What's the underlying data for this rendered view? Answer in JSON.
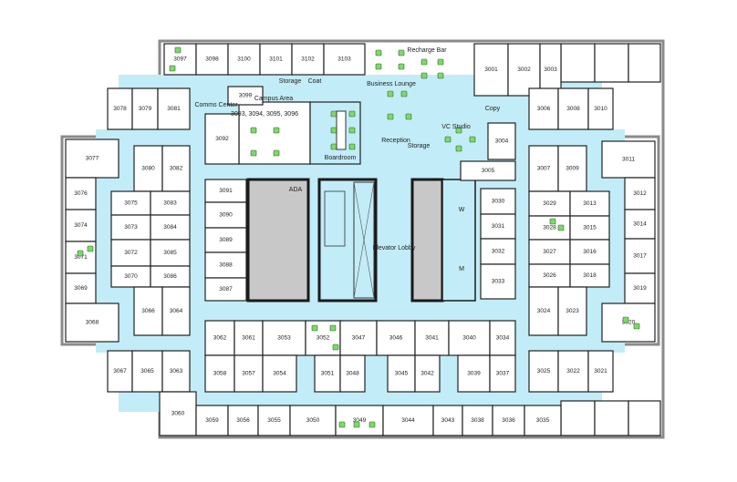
{
  "colors": {
    "corridor": "#c2ecf7",
    "core": "#c8c8c8",
    "wall": "#1a1a1a",
    "furniture": "#7fd86a",
    "outline": "#8a8a8a"
  },
  "rooms": [
    "3097",
    "3098",
    "3100",
    "3101",
    "3102",
    "3103",
    "3001",
    "3002",
    "3003",
    "3078",
    "3079",
    "3081",
    "3077",
    "3076",
    "3074",
    "3071",
    "3069",
    "3068",
    "3080",
    "3082",
    "3075",
    "3083",
    "3073",
    "3084",
    "3072",
    "3085",
    "3070",
    "3086",
    "3066",
    "3064",
    "3067",
    "3065",
    "3063",
    "3092",
    "3099",
    "3091",
    "3090",
    "3089",
    "3088",
    "3087",
    "3004",
    "3005",
    "3030",
    "3031",
    "3032",
    "3033",
    "3006",
    "3008",
    "3010",
    "3011",
    "3012",
    "3014",
    "3017",
    "3019",
    "3020",
    "3007",
    "3009",
    "3029",
    "3013",
    "3028",
    "3015",
    "3027",
    "3016",
    "3026",
    "3018",
    "3024",
    "3023",
    "3025",
    "3022",
    "3021",
    "3062",
    "3061",
    "3053",
    "3052",
    "3047",
    "3046",
    "3041",
    "3040",
    "3034",
    "3058",
    "3057",
    "3054",
    "3051",
    "3048",
    "3045",
    "3042",
    "3039",
    "3037",
    "3060",
    "3059",
    "3056",
    "3055",
    "3050",
    "3049",
    "3044",
    "3043",
    "3038",
    "3036",
    "3035"
  ],
  "areas": {
    "comms_center": "Comms Center",
    "campus_area": "Campus Area",
    "campus_rooms": "3093, 3094, 3095, 3096",
    "storage_top": "Storage",
    "coat": "Coat",
    "boardroom": "Boardroom",
    "business_lounge": "Business Lounge",
    "recharge_bar": "Recharge Bar",
    "reception": "Reception",
    "storage_mid": "Storage",
    "vc_studio": "VC Studio",
    "copy": "Copy",
    "ada": "ADA",
    "elevator_lobby": "Elevator Lobby",
    "womens": "W",
    "mens": "M"
  }
}
